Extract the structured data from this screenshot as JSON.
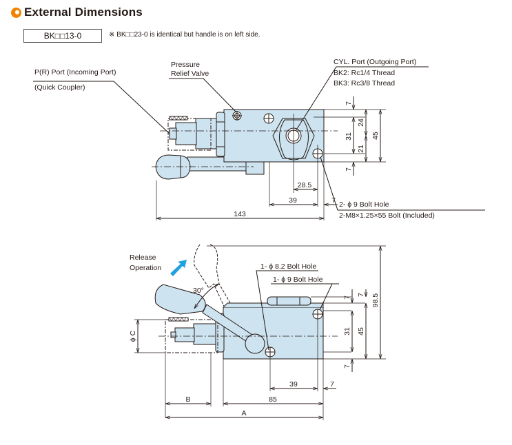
{
  "header": {
    "title": "External Dimensions",
    "model_box": "BK□□13-0",
    "note": "※ BK□□23-0 is identical but handle is on left side."
  },
  "colors": {
    "accent": "#f08300",
    "body_fill": "#cde3ef",
    "line": "#231815",
    "arrow": "#1fa0e0"
  },
  "top_view": {
    "labels": {
      "p_port_line1": "P(R) Port (Incoming Port)",
      "p_port_line2": "(Quick Coupler)",
      "relief_line1": "Pressure",
      "relief_line2": "Relief Valve",
      "cyl_line1": "CYL. Port (Outgoing Port)",
      "cyl_line2": "BK2: Rc1/4 Thread",
      "cyl_line3": "BK3: Rc3/8 Thread",
      "bolt_line1": "2- ϕ 9 Bolt Hole",
      "bolt_line2": "2-M8×1.25×55 Bolt (Included)"
    },
    "dims": {
      "v7_top": "7",
      "v24": "24",
      "v31": "31",
      "v21": "21",
      "v45": "45",
      "v7_bottom": "7",
      "h28_5": "28.5",
      "h39": "39",
      "h7": "7",
      "h143": "143"
    }
  },
  "side_view": {
    "labels": {
      "release_line1": "Release",
      "release_line2": "Operation",
      "angle": "30°",
      "bolt82": "1- ϕ 8.2 Bolt Hole",
      "bolt9": "1- ϕ 9 Bolt Hole",
      "phi_c": "ϕ C"
    },
    "dims": {
      "v7a": "7",
      "v7b": "7",
      "v98_5": "98.5",
      "v31": "31",
      "v45": "45",
      "v7c": "7",
      "h39": "39",
      "h7": "7",
      "h85": "85",
      "hB": "B",
      "hA": "A"
    }
  }
}
